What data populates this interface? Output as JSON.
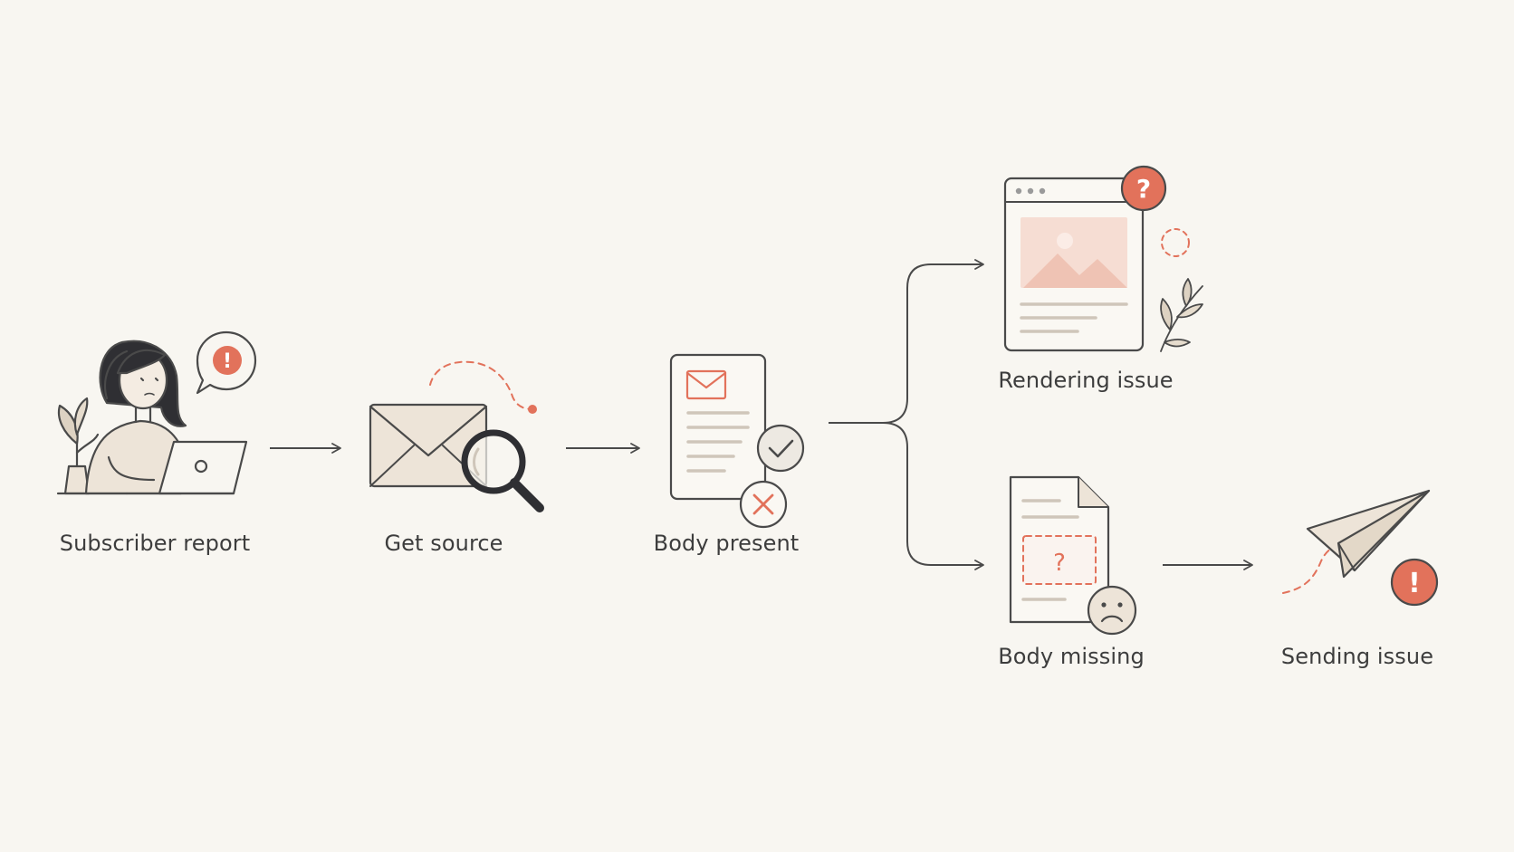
{
  "steps": {
    "subscriber_report": "Subscriber report",
    "get_source": "Get source",
    "body_present": "Body present",
    "rendering_issue": "Rendering issue",
    "body_missing": "Body missing",
    "sending_issue": "Sending issue"
  },
  "badges": {
    "alert": "!",
    "question": "?"
  },
  "colors": {
    "background": "#f8f6f1",
    "stroke": "#4a4a4a",
    "accent": "#e2725b",
    "fill_beige": "#ede4d8",
    "text": "#3d3d3d"
  },
  "icons": [
    "person-laptop-icon",
    "envelope-magnifier-icon",
    "document-check-cross-icon",
    "browser-window-icon",
    "missing-document-icon",
    "paper-plane-icon"
  ]
}
